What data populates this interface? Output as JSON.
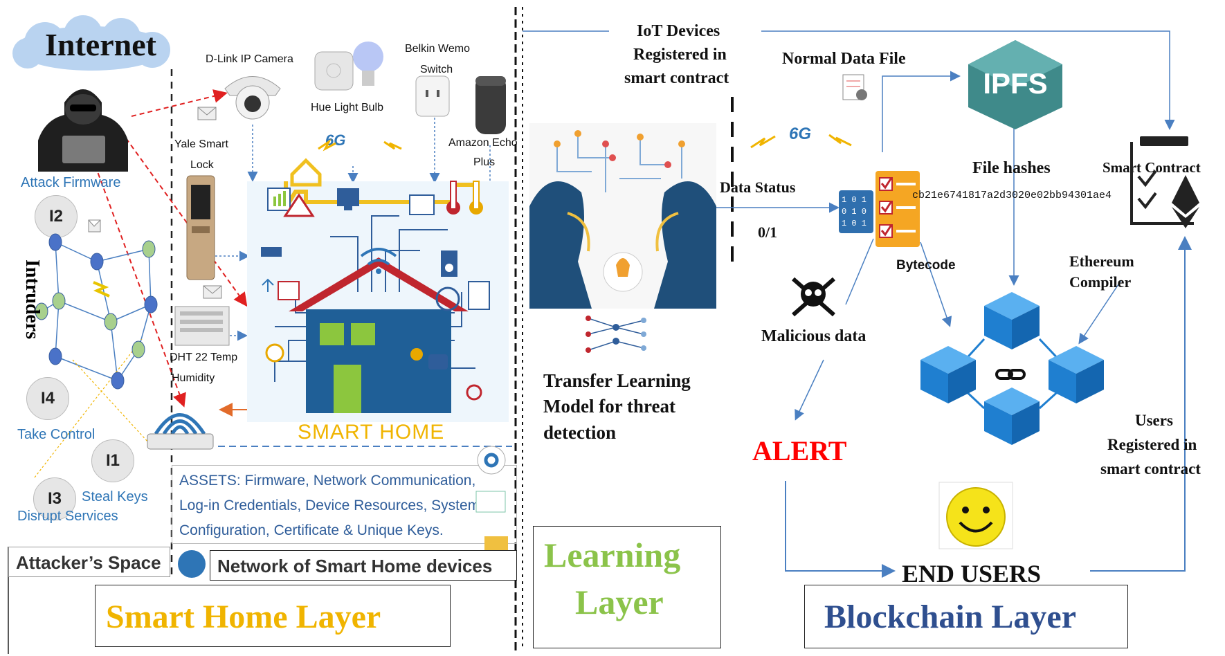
{
  "internet": "Internet",
  "attacker": {
    "attack_firmware": "Attack Firmware",
    "intruders": "Intruders",
    "take_control": "Take Control",
    "steal_keys": "Steal Keys",
    "disrupt_services": "Disrupt Services",
    "space_label": "Attacker’s Space",
    "nodes": [
      "I2",
      "I4",
      "I1",
      "I3"
    ]
  },
  "devices": {
    "dlink": "D-Link IP Camera",
    "hue": "Hue Light Bulb",
    "belkin_1": "Belkin Wemo",
    "belkin_2": "Switch",
    "yale_1": "Yale Smart",
    "yale_2": "Lock",
    "amazon_1": "Amazon Echo",
    "amazon_2": "Plus",
    "dht_1": "DHT 22 Temp",
    "dht_2": "Humidity",
    "net_6g": "6G"
  },
  "smart_home": {
    "label": "SMART HOME",
    "assets_1": "ASSETS: Firmware, Network Communication,",
    "assets_2": "Log-in Credentials, Device Resources, System",
    "assets_3": "Configuration,  Certificate & Unique  Keys.",
    "network": "Network of Smart Home devices",
    "layer": "Smart Home Layer"
  },
  "learning": {
    "model_1": "Transfer Learning",
    "model_2": "Model for threat",
    "model_3": "detection",
    "layer_1": "Learning",
    "layer_2": "Layer"
  },
  "blockchain": {
    "iot_1": "IoT Devices",
    "iot_2": "Registered in",
    "iot_3": "smart contract",
    "normal_data": "Normal Data File",
    "ipfs": "IPFS",
    "data_status": "Data Status",
    "status_value": "0/1",
    "file_hashes": "File hashes",
    "hash": "cb21e6741817a2d3020e02bb94301ae4",
    "smart_contract": "Smart Contract",
    "bytecode": "Bytecode",
    "binary": [
      "1 0 1",
      "0 1 0",
      "1 0 1"
    ],
    "malicious": "Malicious data",
    "eth_1": "Ethereum",
    "eth_2": "Compiler",
    "alert": "ALERT",
    "users_1": "Users",
    "users_2": "Registered in",
    "users_3": "smart contract",
    "end_users": "END USERS",
    "layer": "Blockchain Layer",
    "net_6g": "6G"
  },
  "colors": {
    "arrow_blue": "#4a7fc1",
    "attack_red": "#e02020",
    "layer_gold": "#f0b400",
    "learning_green": "#8bc34a",
    "blockchain_navy": "#2f4f8f",
    "alert_red": "#ff0000",
    "attacker_blue": "#2e75b6"
  }
}
